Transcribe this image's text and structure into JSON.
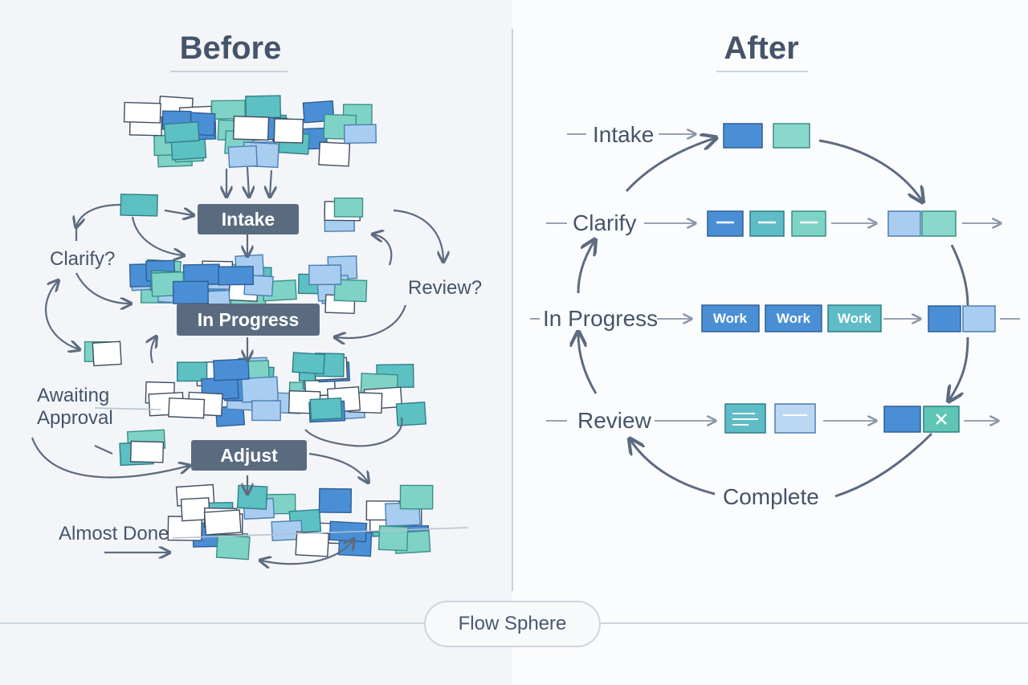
{
  "before": {
    "title": "Before",
    "stage_boxes": [
      "Intake",
      "In Progress",
      "Adjust"
    ],
    "side_labels": {
      "clarify": "Clarify?",
      "review": "Review?",
      "awaiting_line1": "Awaiting",
      "awaiting_line2": "Approval",
      "almost_done": "Almost Done"
    }
  },
  "after": {
    "title": "After",
    "stages": [
      "Intake",
      "Clarify",
      "In Progress",
      "Review",
      "Complete"
    ],
    "work_label": "Work"
  },
  "footer": {
    "brand": "Flow Sphere"
  },
  "colors": {
    "blue": "#4a8fd6",
    "teal": "#5dc0c2",
    "mint": "#7fd3c6",
    "light_blue": "#a9cdf0",
    "stage_box": "#5a6b80",
    "arrow": "#5d6b80"
  }
}
